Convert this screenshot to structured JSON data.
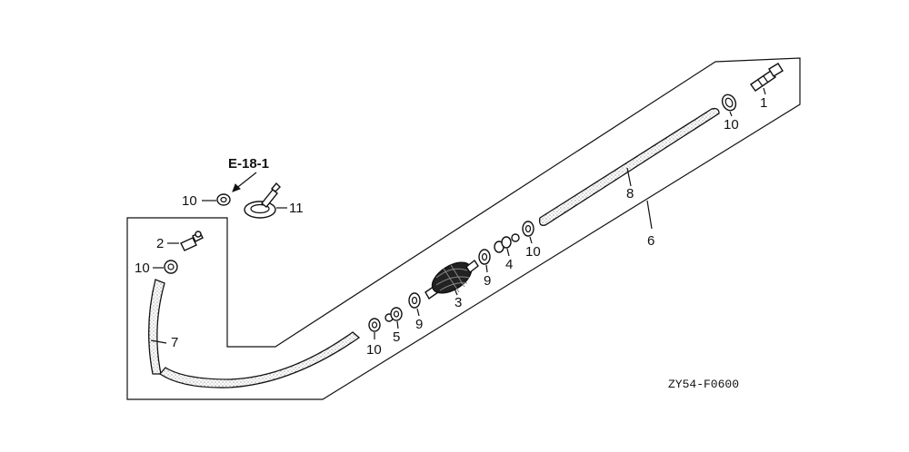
{
  "diagram": {
    "reference": "E-18-1",
    "drawing_code": "ZY54-F0600",
    "callouts": {
      "c1": "1",
      "c2": "2",
      "c3": "3",
      "c4": "4",
      "c5": "5",
      "c6": "6",
      "c7": "7",
      "c8": "8",
      "c9a": "9",
      "c9b": "9",
      "c10_top": "10",
      "c10_ref": "10",
      "c10_left": "10",
      "c10_mid": "10",
      "c10_low": "10",
      "c11": "11"
    }
  }
}
